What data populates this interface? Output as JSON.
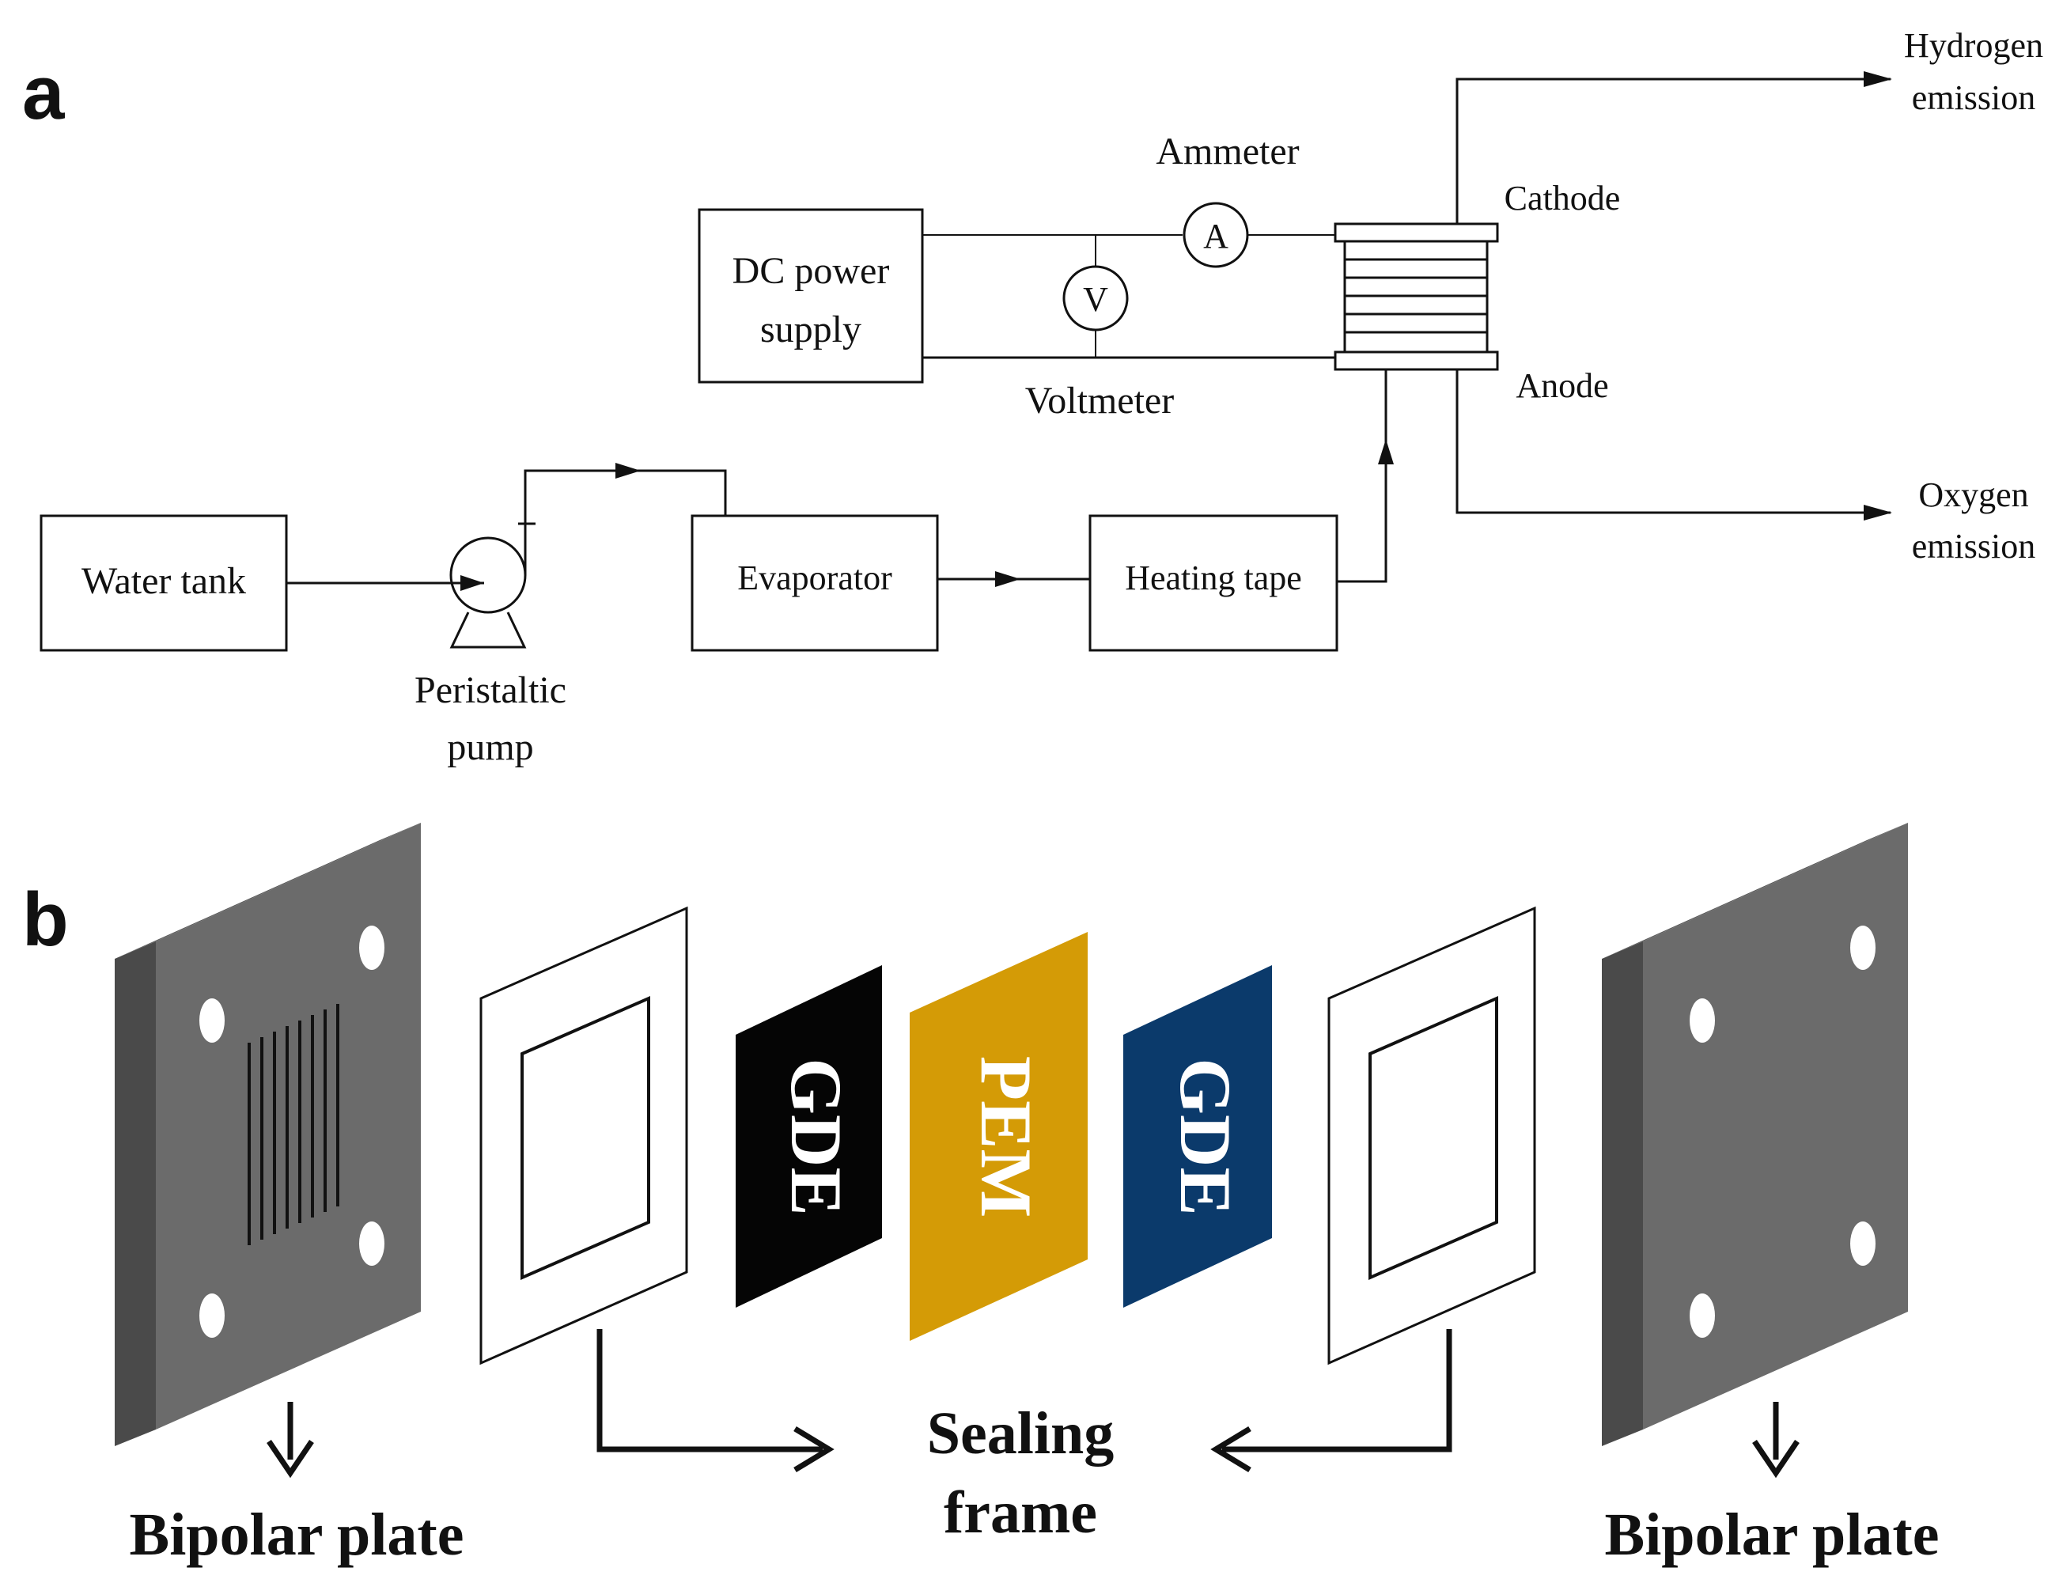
{
  "panel_a": {
    "letter": "a",
    "water_tank": "Water tank",
    "pump_line1": "Peristaltic",
    "pump_line2": "pump",
    "evaporator": "Evaporator",
    "heating_tape": "Heating tape",
    "dc_line1": "DC power",
    "dc_line2": "supply",
    "ammeter_label": "Ammeter",
    "ammeter_symbol": "A",
    "voltmeter_label": "Voltmeter",
    "voltmeter_symbol": "V",
    "cathode": "Cathode",
    "anode": "Anode",
    "hydrogen_line1": "Hydrogen",
    "hydrogen_line2": "emission",
    "oxygen_line1": "Oxygen",
    "oxygen_line2": "emission"
  },
  "panel_b": {
    "letter": "b",
    "layers": [
      "GDE",
      "PEM",
      "GDE"
    ],
    "bipolar_left": "Bipolar plate",
    "bipolar_right": "Bipolar plate",
    "sealing_line1": "Sealing",
    "sealing_line2": "frame"
  },
  "colors": {
    "plate_front": "#6b6b6b",
    "plate_side": "#4a4a4a",
    "gde_left": "#050505",
    "pem": "#d49b06",
    "gde_right": "#0b3a6b"
  }
}
